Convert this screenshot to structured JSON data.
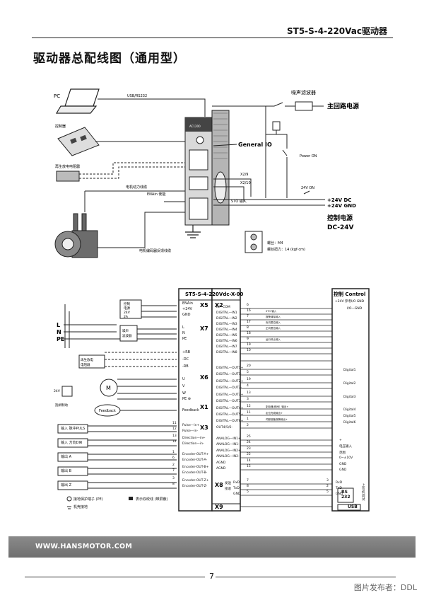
{
  "header": {
    "model_title": "ST5-S-4-220Vac驱动器"
  },
  "section_title": "驱动器总配线图（通用型）",
  "upper_diagram": {
    "pc": "PC",
    "usb": "USB/RS232",
    "noise_filter": "噪声滤波器",
    "main_power": "主回路电源",
    "controller": "控制器",
    "regen_resistor": "再生放电电阻器",
    "general_io": "General IO",
    "x2_9": "X2/9",
    "x2_10": "X2/10",
    "sto_input": "STO 输入",
    "power_on": "Power ON",
    "v24_on": "24V ON",
    "motor_power_line": "电机动力线缆",
    "enain_enable": "ENAin 使能",
    "plus24_dc": "+24V DC",
    "plus24_gnd": "+24V GND",
    "ctrl_power_1": "控制电源",
    "ctrl_power_2": "DC-24V",
    "screw": "螺丝：M4",
    "torque": "螺丝扭力：14 (kgf·cm)",
    "encoder_line": "电机编码器反馈线缆",
    "drive_badge": "AC1200"
  },
  "lower_diagram": {
    "drive_model": "ST5-S-4-220Vdc-X-00",
    "control_title": "控制 Control",
    "control_sub": "+24V 参考I/O GND",
    "io_gnd": "I/O—GND",
    "x5": "X5",
    "x7": "X7",
    "x6": "X6",
    "x1": "X1",
    "x3": "X3",
    "x2": "X2",
    "x8": "X8",
    "x9": "X9",
    "x5_pins": [
      "ENAin",
      "+24V",
      "GND"
    ],
    "x7_pins": [
      "L",
      "N",
      "PE",
      "+RB",
      "-DC",
      "-RB"
    ],
    "x6_pins": [
      "U",
      "V",
      "W",
      "PE ⊕"
    ],
    "x1_pins": [
      "Feedback"
    ],
    "x3_pins": [
      "Pulse—in+",
      "Pulse—in-",
      "Direction—in+",
      "Direction—in-",
      "Encoder-OUT-A+",
      "Encoder-OUT-A-",
      "Encoder-OUT-B+",
      "Encoder-OUT-B-",
      "Encoder-OUT-Z+",
      "Encoder-OUT-Z-"
    ],
    "x3_nums": [
      "11",
      "12",
      "13",
      "14",
      "1",
      "6",
      "2",
      "7",
      "3",
      "8"
    ],
    "x2_in": [
      "IN—COM",
      "DIGITAL—IN1",
      "DIGITAL—IN2",
      "DIGITAL—IN3",
      "DIGITAL—IN4",
      "DIGITAL—IN5",
      "DIGITAL—IN6",
      "DIGITAL—IN7",
      "DIGITAL—IN8"
    ],
    "x2_in_nums": [
      "6",
      "16",
      "7",
      "17",
      "8",
      "18",
      "9",
      "19",
      "10"
    ],
    "x2_in_desc": [
      "",
      "STO 输入",
      "报警清除输入",
      "负向限位输入",
      "正向限位输入",
      "",
      "运行停止输入",
      "",
      ""
    ],
    "x2_out": [
      "DIGITAL—OUT1+",
      "DIGITAL—OUT1-",
      "DIGITAL—OUT2+",
      "DIGITAL—OUT2-",
      "DIGITAL—OUT3+",
      "DIGITAL—OUT3-",
      "DIGITAL—OUT4+",
      "DIGITAL—OUT5+",
      "DIGITAL—OUT6+",
      "OUT4/5/6-"
    ],
    "x2_out_nums": [
      "20",
      "5",
      "19",
      "4",
      "13",
      "3",
      "12",
      "11",
      "1",
      "2"
    ],
    "x2_out_desc": [
      "",
      "",
      "",
      "",
      "",
      "",
      "制动器(即闸）输出+",
      "定位完成输出+",
      "伺服准备报警输出+",
      ""
    ],
    "digitals": [
      "Digital1",
      "Digital2",
      "Digital3",
      "Digital4",
      "Digital5",
      "Digital6"
    ],
    "analog": [
      "ANALOG—IN1+",
      "ANALOG—IN1-",
      "ANALOG—IN2+",
      "ANALOG—IN2-",
      "AGND",
      "AGND"
    ],
    "analog_nums": [
      "25",
      "24",
      "23",
      "22",
      "14",
      "15"
    ],
    "analog_right": [
      "+",
      "电压输入",
      "范围",
      "0~±10V",
      "GND",
      "GND"
    ],
    "rs232_left": [
      "RxD",
      "TxD",
      "GND"
    ],
    "rs232_cn": [
      "发送",
      "接收",
      ""
    ],
    "rs232_nums_l": [
      "7",
      "8",
      "5"
    ],
    "rs232_nums_r": [
      "3",
      "2",
      "5"
    ],
    "rs232_right": [
      "RxD",
      "TxD",
      "GND"
    ],
    "rs232_box": "RS\n232",
    "upper_pc": "上位机调试",
    "usb": "USB",
    "left_labels": {
      "L": "L",
      "N": "N",
      "PE": "PE",
      "ctrl_power": "控制",
      "ctrl_power2": "电源",
      "ctrl_v": "24V",
      "ctrl_a": "2A",
      "noise": "噪声",
      "noise2": "滤波器",
      "regen": "再生放电",
      "regen2": "电阻器",
      "brake_lbl": "抱闸制动",
      "v24": "24V",
      "motor": "M",
      "feedback": "Feedback"
    },
    "pulse_labels": [
      "输入  脉冲PULS",
      "输入  方向DIR",
      "输出  A",
      "输出  B",
      "输出  Z"
    ],
    "legend_ground": "接地保护端子 (PE)",
    "legend_shield": "表示双绞线 (带屏蔽)",
    "legend_frame": "机壳接地"
  },
  "footer": {
    "url": "WWW.HANSMOTOR.COM",
    "page": "7",
    "watermark": "图片发布者：DDL"
  }
}
